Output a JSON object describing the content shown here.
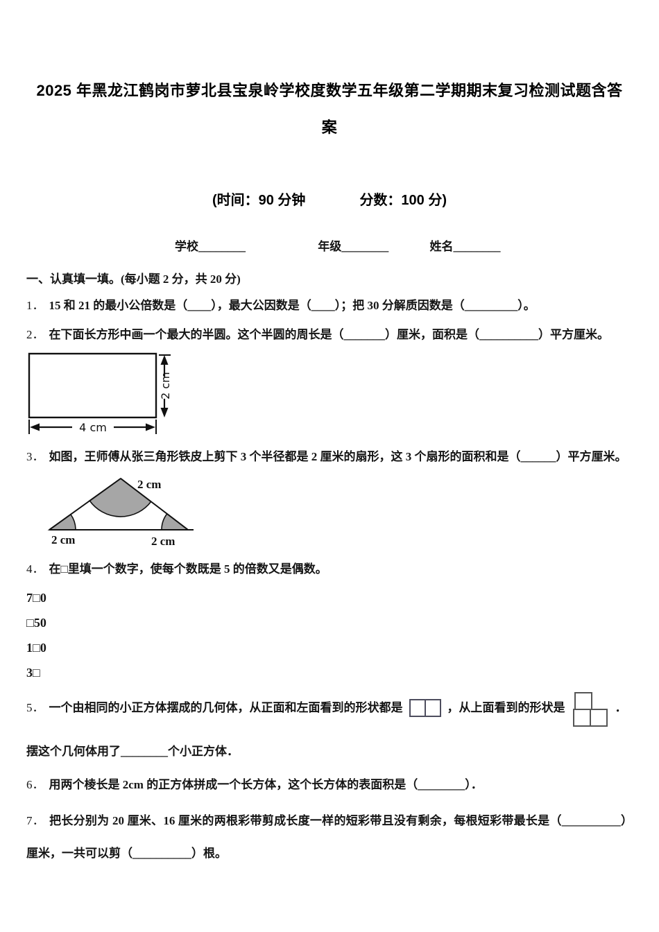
{
  "page": {
    "background": "#ffffff",
    "text_color": "#151515"
  },
  "title": {
    "line1": "2025 年黑龙江鹤岗市萝北县宝泉岭学校度数学五年级第二学期期末复习检测试题含答",
    "line2": "案"
  },
  "header": {
    "time": "(时间：90 分钟",
    "score": "分数：100 分)",
    "school": "学校________",
    "grade": "年级________",
    "name": "姓名________"
  },
  "section1": {
    "heading": "一、认真填一填。(每小题 2 分，共 20 分)",
    "q1": {
      "num": "1．",
      "text": "15 和 21 的最小公倍数是（____），最大公因数是（____）；把 30 分解质因数是（_________）。"
    },
    "q2": {
      "num": "2．",
      "text": "在下面长方形中画一个最大的半圆。这个半圆的周长是（_______）厘米，面积是（__________）平方厘米。"
    },
    "q3": {
      "num": "3．",
      "text": "如图，王师傅从张三角形铁皮上剪下 3 个半径都是 2 厘米的扇形，这 3 个扇形的面积和是（______）平方厘米。"
    },
    "q4": {
      "num": "4．",
      "text": "在□里填一个数字，使每个数既是 5 的倍数又是偶数。",
      "items": [
        "7□0",
        "□50",
        "1□0",
        "3□"
      ]
    },
    "q5": {
      "num": "5．",
      "part1": "一个由相同的小正方体摆成的几何体，从正面和左面看到的形状都是",
      "part2": "，从上面看到的形状是",
      "part3": "．",
      "followup": "摆这个几何体用了________个小正方体．"
    },
    "q6": {
      "num": "6．",
      "text": "用两个棱长是 2cm 的正方体拼成一个长方体，这个长方体的表面积是（________）．"
    },
    "q7": {
      "num": "7．",
      "text": "把长分别为 20 厘米、16 厘米的两根彩带剪成长度一样的短彩带且没有剩余，每根短彩带最长是（__________）厘米，一共可以剪（__________）根。"
    }
  },
  "figures": {
    "rectangle": {
      "width_label": "4 cm",
      "height_label": "2 cm"
    },
    "triangle": {
      "apex_label": "2 cm",
      "left_label": "2 cm",
      "right_label": "2 cm",
      "sector_color": "#a6a6a6"
    }
  }
}
